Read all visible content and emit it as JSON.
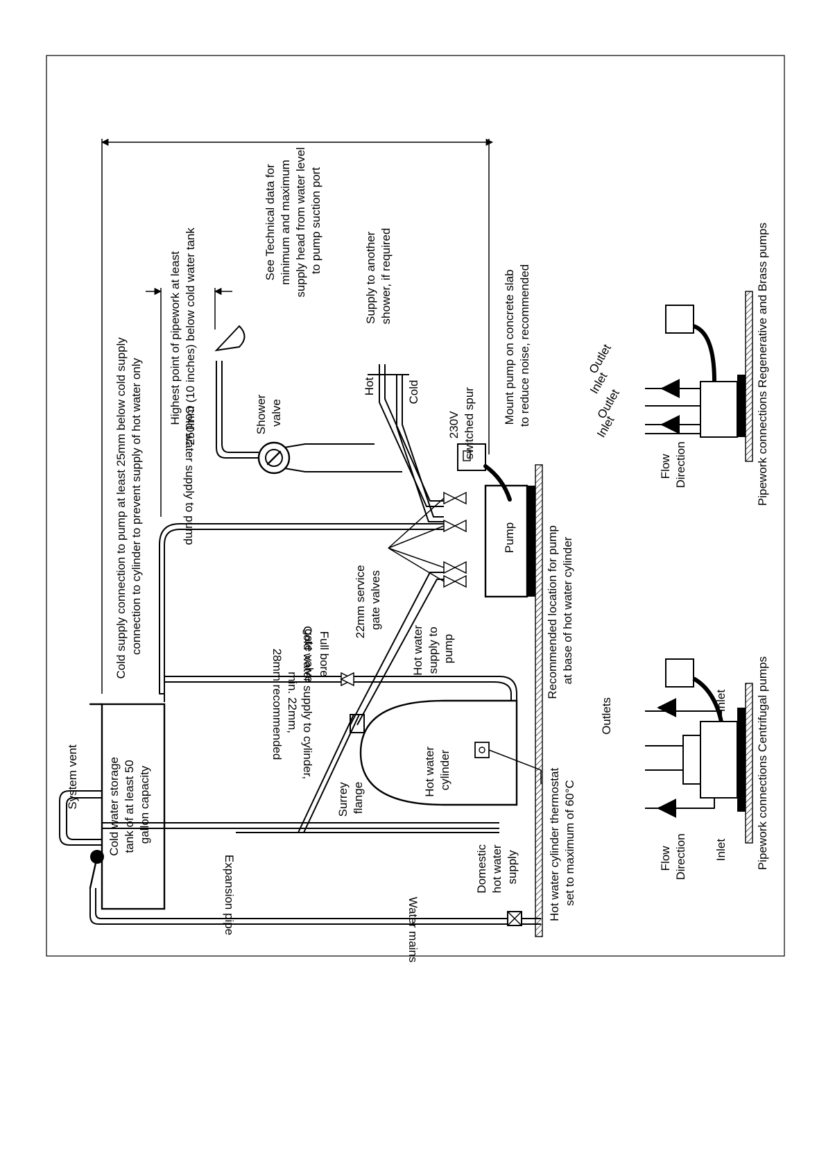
{
  "labels": {
    "technical_data": [
      "See Technical data for",
      "minimum and maximum",
      "supply head from water level",
      "to pump suction port"
    ],
    "highest_point": [
      "Highest point of pipework at least",
      "250mm (10 inches) below cold water tank"
    ],
    "cold_supply_connection": [
      "Cold supply connection to pump at least 25mm below cold supply",
      "connection to cylinder to prevent supply of hot water only"
    ],
    "supply_another": [
      "Supply to another",
      "shower, if required"
    ],
    "mount_pump": [
      "Mount pump on concrete slab",
      "to reduce noise, recommended"
    ],
    "spur": [
      "230V",
      "switched spur"
    ],
    "shower_valve": [
      "Shower",
      "valve"
    ],
    "hot": "Hot",
    "cold": "Cold",
    "pump": "Pump",
    "cold_water_supply_pump": "Cold water supply to pump",
    "service_valves": [
      "22mm service",
      "gate valves"
    ],
    "recommended_location": [
      "Recommended location for pump",
      "at base of hot water cylinder"
    ],
    "hot_water_supply_pump": [
      "Hot water",
      "supply to",
      "pump"
    ],
    "full_bore": [
      "Full bore",
      "gate valve"
    ],
    "cold_cyl_supply": [
      "Cold water supply to cylinder,",
      "min. 22mm,",
      "28mm recommended"
    ],
    "system_vent": "System vent",
    "cold_tank": [
      "Cold water storage",
      "tank of at least 50",
      "gallon capacity"
    ],
    "surrey_flange": [
      "Surrey",
      "flange"
    ],
    "hot_cylinder": [
      "Hot water",
      "cylinder"
    ],
    "domestic_hot": [
      "Domestic",
      "hot water",
      "supply"
    ],
    "expansion_pipe": "Expansion pipe",
    "water_mains": "Water mains",
    "thermostat": [
      "Hot water cylinder thermostat",
      "set to maximum of 60°C"
    ],
    "flow_direction": [
      "Flow",
      "Direction"
    ],
    "inlet": "Inlet",
    "outlet": "Outlet",
    "outlets": "Outlets",
    "centrifugal_caption": "Pipework connections Centrifugal pumps",
    "regenerative_caption": "Pipework connections Regenerative and Brass pumps"
  }
}
